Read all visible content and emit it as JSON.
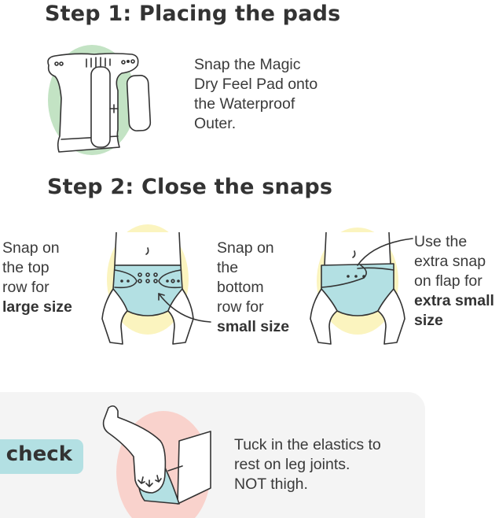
{
  "step1": {
    "title": "Step 1: Placing the pads",
    "lines": [
      "Snap the Magic",
      "Dry Feel Pad onto",
      "the Waterproof",
      "Outer."
    ],
    "illustration": "diaper-with-insert-pad-icon",
    "accent_color": "#c3e3c4"
  },
  "step2": {
    "title": "Step 2: Close the snaps",
    "large": {
      "lines": [
        "Snap on",
        "the top",
        "row for"
      ],
      "bold": "large size"
    },
    "small": {
      "lines": [
        "Snap on",
        "the",
        "bottom",
        "row for"
      ],
      "bold": "small size"
    },
    "extra_small": {
      "lines": [
        "Use the",
        "extra snap",
        "on flap for"
      ],
      "bold_lines": [
        "extra small",
        "size"
      ]
    },
    "illustrations": [
      "diaper-front-snaps-icon",
      "diaper-flap-snap-icon"
    ],
    "accent_color": "#fbf4bf",
    "diaper_color": "#b3e0e3"
  },
  "check": {
    "badge_label": "check",
    "badge_color": "#b3e0e3",
    "panel_color": "#f4f4f4",
    "lines": [
      "Tuck in the elastics to",
      "rest on leg joints.",
      "NOT thigh."
    ],
    "illustration": "leg-elastic-tuck-icon",
    "accent_color": "#f9d2cc"
  }
}
